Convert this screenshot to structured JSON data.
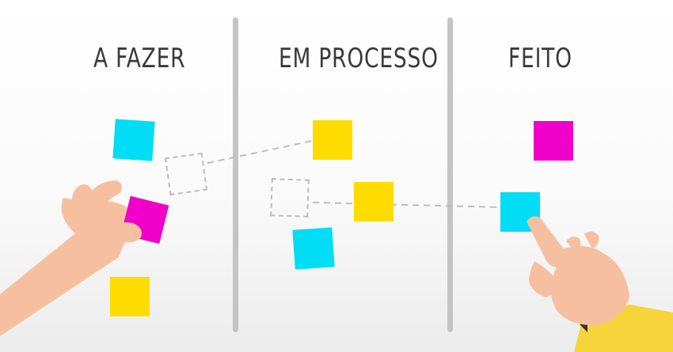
{
  "board": {
    "columns": [
      {
        "title": "A FAZER"
      },
      {
        "title": "EM PROCESSO"
      },
      {
        "title": "FEITO"
      }
    ]
  },
  "colors": {
    "cyan": "#00DDF5",
    "yellow": "#FFDC00",
    "magenta": "#F000C8",
    "divider": "#C4C4C4",
    "skin": "#F6C0A0",
    "sleeve": "#F7D43A"
  },
  "notes": [
    {
      "column": "A FAZER",
      "color": "cyan"
    },
    {
      "column": "A FAZER",
      "color": "magenta",
      "held": true
    },
    {
      "column": "A FAZER",
      "color": "yellow"
    },
    {
      "column": "EM PROCESSO",
      "color": "yellow"
    },
    {
      "column": "EM PROCESSO",
      "color": "yellow"
    },
    {
      "column": "EM PROCESSO",
      "color": "cyan"
    },
    {
      "column": "FEITO",
      "color": "magenta"
    },
    {
      "column": "FEITO",
      "color": "cyan",
      "pointed": true
    }
  ],
  "icons": [
    "grabbing-hand-icon",
    "pointing-hand-icon"
  ]
}
